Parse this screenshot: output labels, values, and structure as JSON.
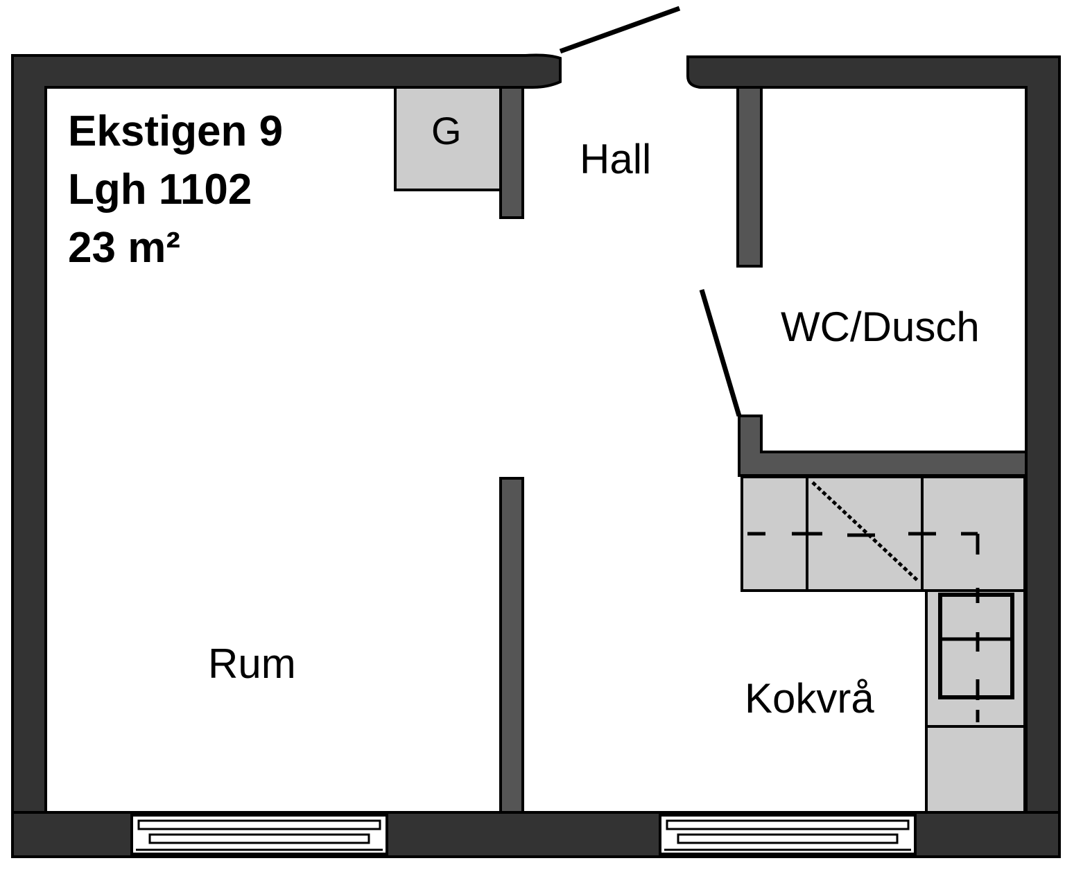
{
  "plan": {
    "address": "Ekstigen 9",
    "apartment": "Lgh 1102",
    "area": "23 m²"
  },
  "rooms": {
    "hall": "Hall",
    "wc": "WC/Dusch",
    "rum": "Rum",
    "kitchen": "Kokvrå"
  },
  "fixtures": {
    "wardrobe": "G"
  },
  "colors": {
    "outer_wall": "#333333",
    "inner_wall": "#555555",
    "cabinet_fill": "#cccccc",
    "line": "#000000"
  }
}
